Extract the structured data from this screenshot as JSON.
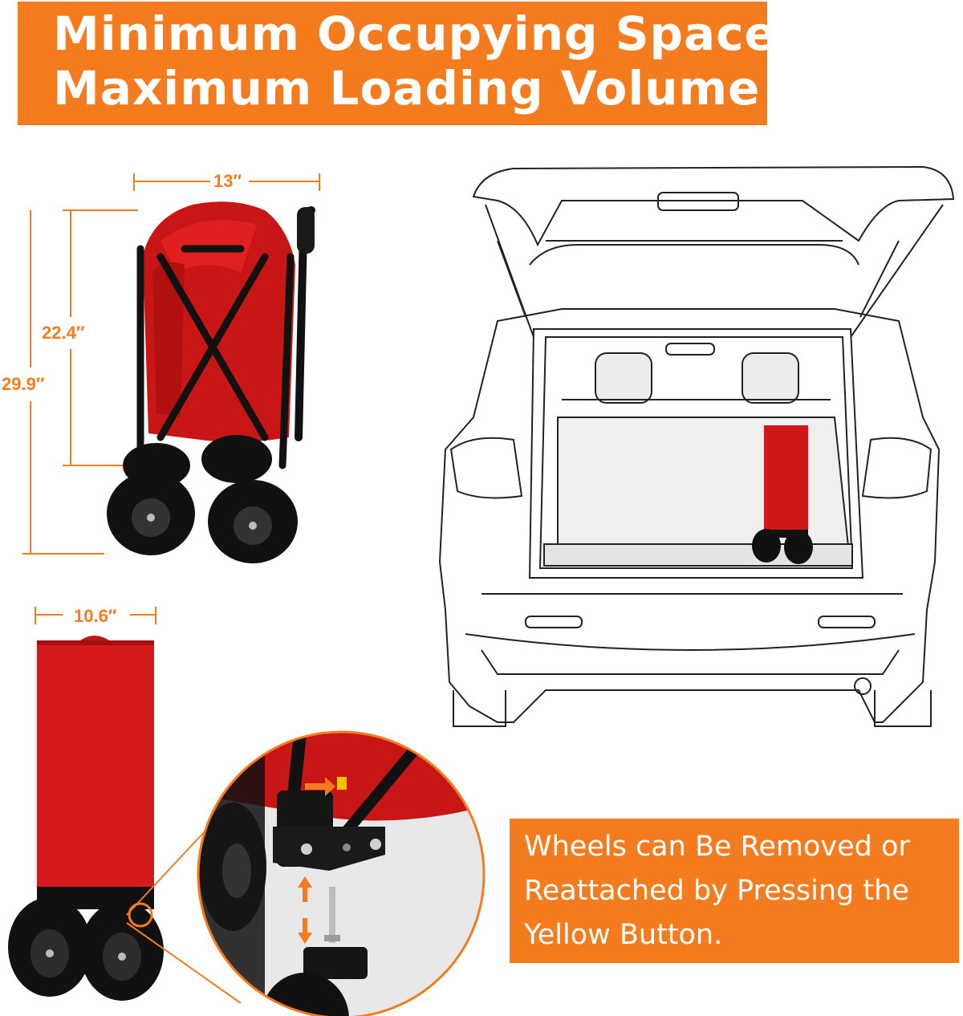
{
  "header": {
    "title_line1": "Minimum Occupying Space,",
    "title_line2": "Maximum Loading Volume"
  },
  "dimensions": {
    "folded_width": "13″",
    "body_height": "22.4″",
    "total_height": "29.9″",
    "folded_depth": "10.6″"
  },
  "callout": {
    "line1": "Wheels can Be Removed or",
    "line2": "Reattached by Pressing the",
    "line3": "Yellow Button."
  },
  "colors": {
    "accent_orange": "#f47b1e",
    "wagon_red": "#d01818",
    "frame_black": "#111111",
    "button_yellow": "#f2c200"
  }
}
